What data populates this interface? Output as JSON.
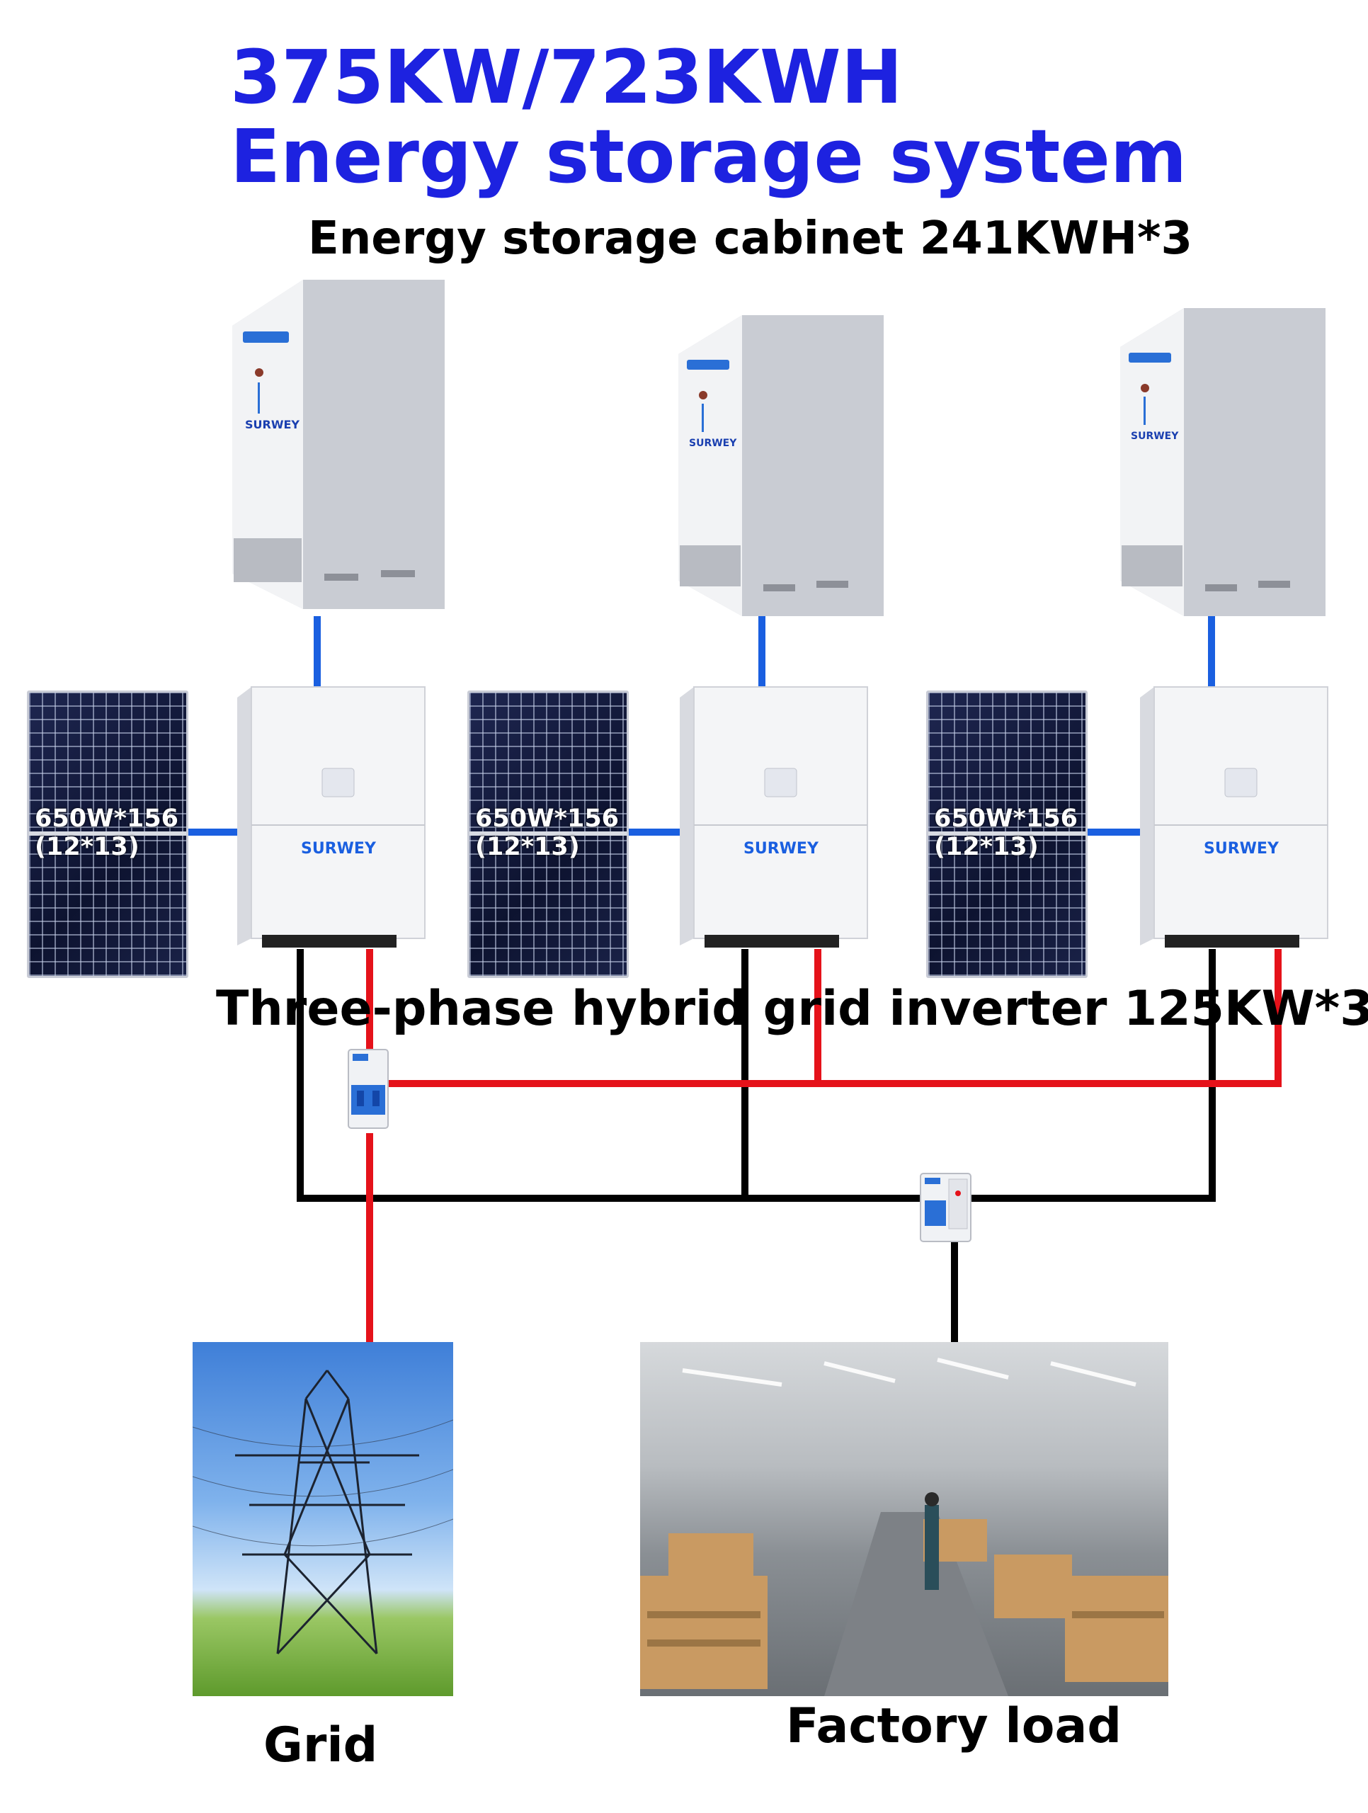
{
  "title_line1": "375KW/723KWH",
  "title_line2": "Energy storage system",
  "cabinet_caption": "Energy storage cabinet 241KWH*3",
  "inverter_caption": "Three-phase hybrid grid inverter 125KW*3",
  "panel_spec_line1": "650W*156",
  "panel_spec_line2": "(12*13)",
  "brand": "SURWEY",
  "grid_label": "Grid",
  "load_label": "Factory load",
  "colors": {
    "title": "#1d22e0",
    "dc_link": "#1a5fe0",
    "grid_line": "#e5121a",
    "load_line": "#000000"
  }
}
